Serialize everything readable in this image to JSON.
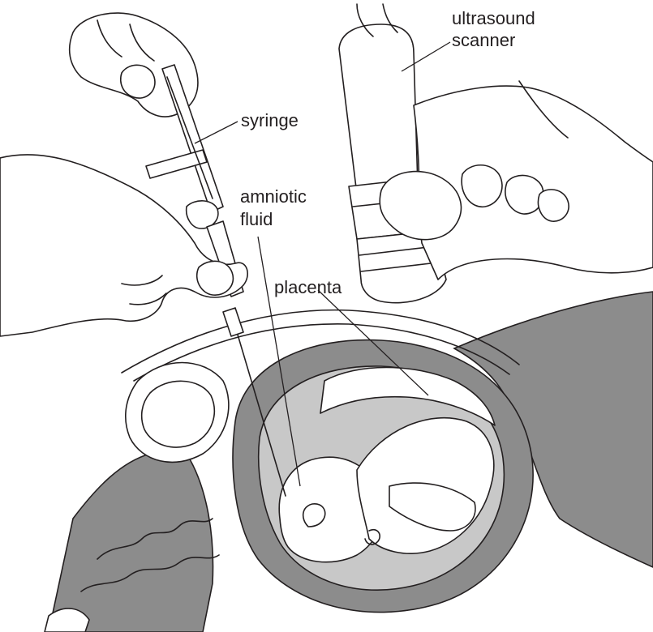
{
  "labels": {
    "ultrasound_line1": "ultrasound",
    "ultrasound_line2": "scanner",
    "syringe": "syringe",
    "amniotic_line1": "amniotic",
    "amniotic_line2": "fluid",
    "placenta": "placenta"
  },
  "colors": {
    "ink": "#231f20",
    "tissue_dark": "#8c8c8c",
    "fluid_light": "#c8c8c8",
    "background": "#ffffff"
  }
}
